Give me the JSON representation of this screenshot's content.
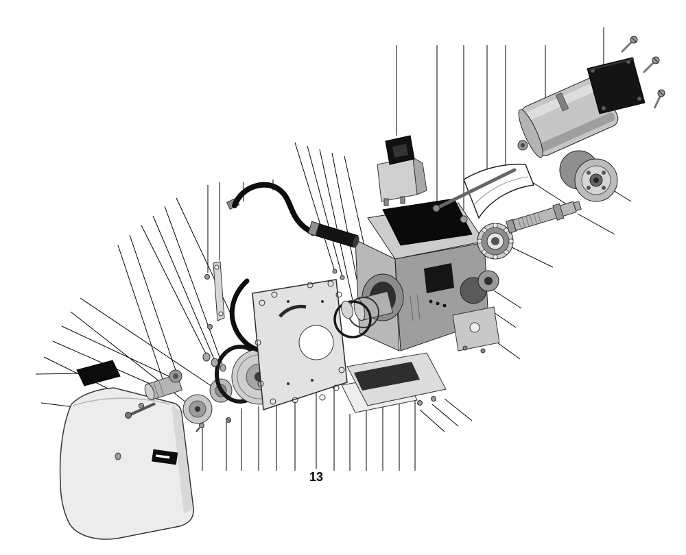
{
  "page": {
    "kind": "exploded-parts-diagram",
    "background": "#ffffff",
    "description": "Exploded view of burner assembly with leader callout lines"
  },
  "labels": {
    "part_callout": "13"
  },
  "palette": {
    "outline": "#1a1a1a",
    "metal_light": "#e6e6e6",
    "metal_mid": "#b5b5b5",
    "metal_dark": "#8a8a8a",
    "black_part": "#121212",
    "white_part": "#fdfdfd"
  },
  "parts": [
    {
      "id": "outer-cover"
    },
    {
      "id": "cover-brand-label"
    },
    {
      "id": "gasket-plate"
    },
    {
      "id": "coupling-sleeve"
    },
    {
      "id": "drive-pulley"
    },
    {
      "id": "intermediate-disc"
    },
    {
      "id": "fan-belt-ring"
    },
    {
      "id": "fan-pulley"
    },
    {
      "id": "washer-set"
    },
    {
      "id": "link-bracket"
    },
    {
      "id": "ignition-cable"
    },
    {
      "id": "fuel-hose"
    },
    {
      "id": "mounting-plate"
    },
    {
      "id": "o-ring-seal"
    },
    {
      "id": "blast-tube"
    },
    {
      "id": "burner-housing"
    },
    {
      "id": "air-intake"
    },
    {
      "id": "control-knob"
    },
    {
      "id": "valve-block"
    },
    {
      "id": "bottom-tray"
    },
    {
      "id": "insulation-plate"
    },
    {
      "id": "switch-block"
    },
    {
      "id": "air-damper-vane"
    },
    {
      "id": "damper-rod"
    },
    {
      "id": "ball-bearing"
    },
    {
      "id": "pump-shaft"
    },
    {
      "id": "drive-coupling-disc"
    },
    {
      "id": "motor"
    },
    {
      "id": "motor-end-cap"
    },
    {
      "id": "fixing-screws"
    }
  ]
}
